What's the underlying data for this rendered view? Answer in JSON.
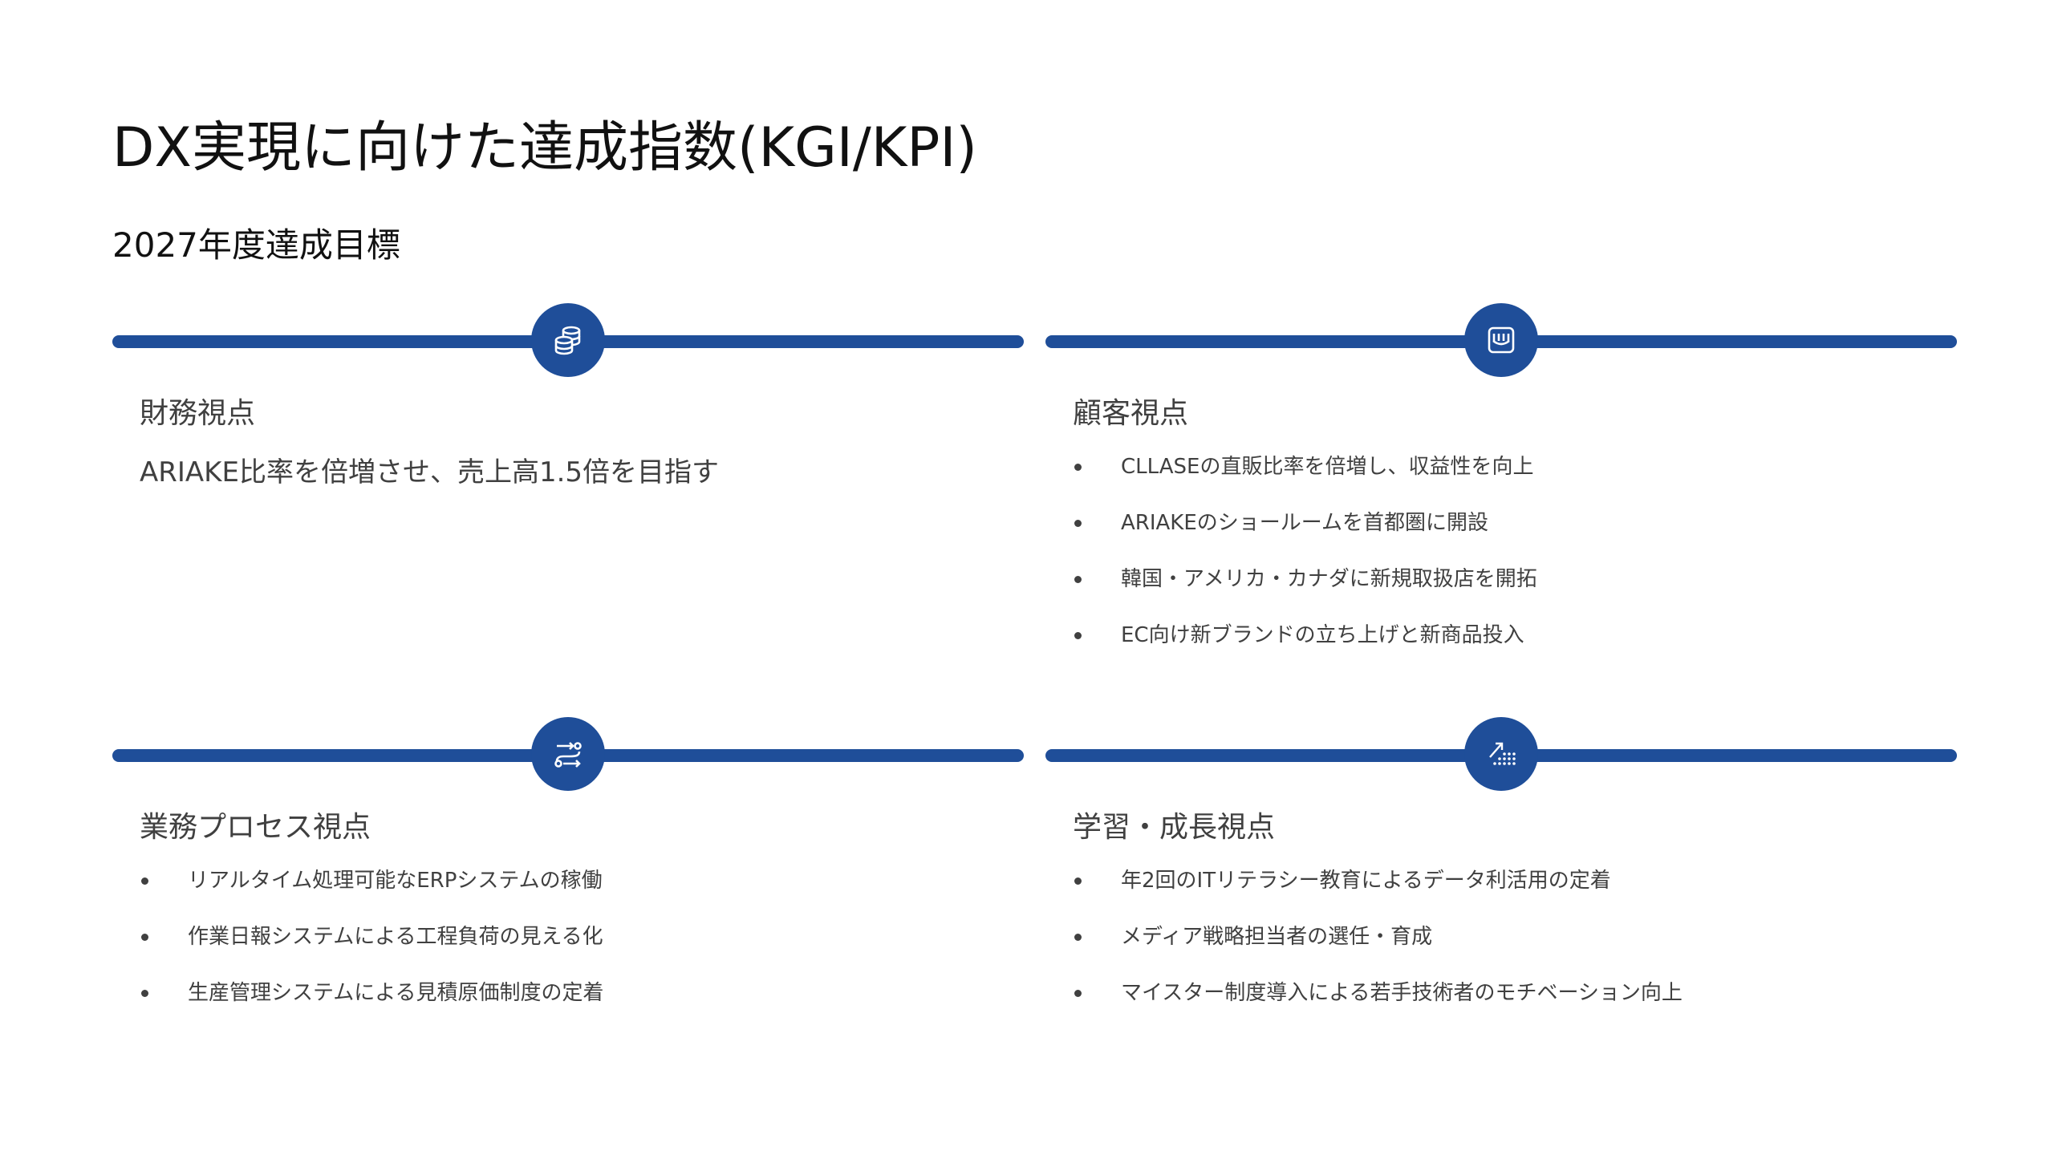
{
  "slide": {
    "title": "DX実現に向けた達成指数(KGI/KPI)",
    "subtitle": "2027年度達成目標"
  },
  "colors": {
    "accent": "#1f4e99",
    "heading_text": "#404040",
    "title_text": "#111111"
  },
  "financial": {
    "icon": "coins-stack-icon",
    "heading": "財務視点",
    "statement": "ARIAKE比率を倍増させ、売上高1.5倍を目指す"
  },
  "customer": {
    "icon": "storefront-icon",
    "heading": "顧客視点",
    "items": [
      "CLLASEの直販比率を倍増し、収益性を向上",
      "ARIAKEのショールームを首都圏に開設",
      "韓国・アメリカ・カナダに新規取扱店を開拓",
      "EC向け新ブランドの立ち上げと新商品投入"
    ]
  },
  "process": {
    "icon": "process-flow-icon",
    "heading": "業務プロセス視点",
    "items": [
      "リアルタイム処理可能なERPシステムの稼働",
      "作業日報システムによる工程負荷の見える化",
      "生産管理システムによる見積原価制度の定着"
    ]
  },
  "learning": {
    "icon": "growth-dots-icon",
    "heading": "学習・成長視点",
    "items": [
      "年2回のITリテラシー教育によるデータ利活用の定着",
      "メディア戦略担当者の選任・育成",
      "マイスター制度導入による若手技術者のモチベーション向上"
    ]
  }
}
